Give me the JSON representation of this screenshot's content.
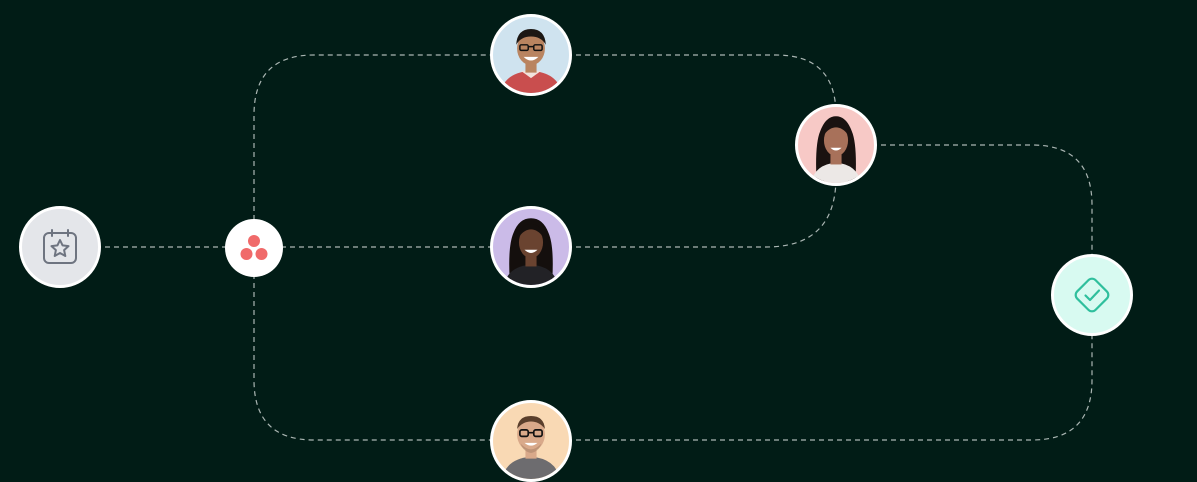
{
  "colors": {
    "background": "#011c16",
    "connector": "#c9d1cf",
    "calendar_bg": "#e4e6ea",
    "calendar_icon": "#6e7480",
    "logo_dot": "#f06a6a",
    "approval_bg": "#d8faf1",
    "approval_icon": "#2fbf9d",
    "avatar_top_bg": "#cfe3ef",
    "avatar_upper_right_bg": "#f7c9c6",
    "avatar_middle_bg": "#cbbbe8",
    "avatar_bottom_bg": "#f9d9b4"
  },
  "icons": {
    "start": "calendar-star-icon",
    "hub": "asana-logo-icon",
    "end": "check-diamond-icon"
  },
  "people": [
    {
      "id": "top",
      "shirt": "#c94e4e",
      "skin": "#b98460",
      "hair": "#1c1714",
      "glasses": true
    },
    {
      "id": "upper-right",
      "shirt": "#ece8e6",
      "skin": "#a8715a",
      "hair": "#1a1210",
      "glasses": false
    },
    {
      "id": "middle",
      "shirt": "#222226",
      "skin": "#6a4330",
      "hair": "#140f0d",
      "glasses": false
    },
    {
      "id": "bottom",
      "shirt": "#6d6c6f",
      "skin": "#d9a98a",
      "hair": "#5a3f2c",
      "glasses": true
    }
  ]
}
